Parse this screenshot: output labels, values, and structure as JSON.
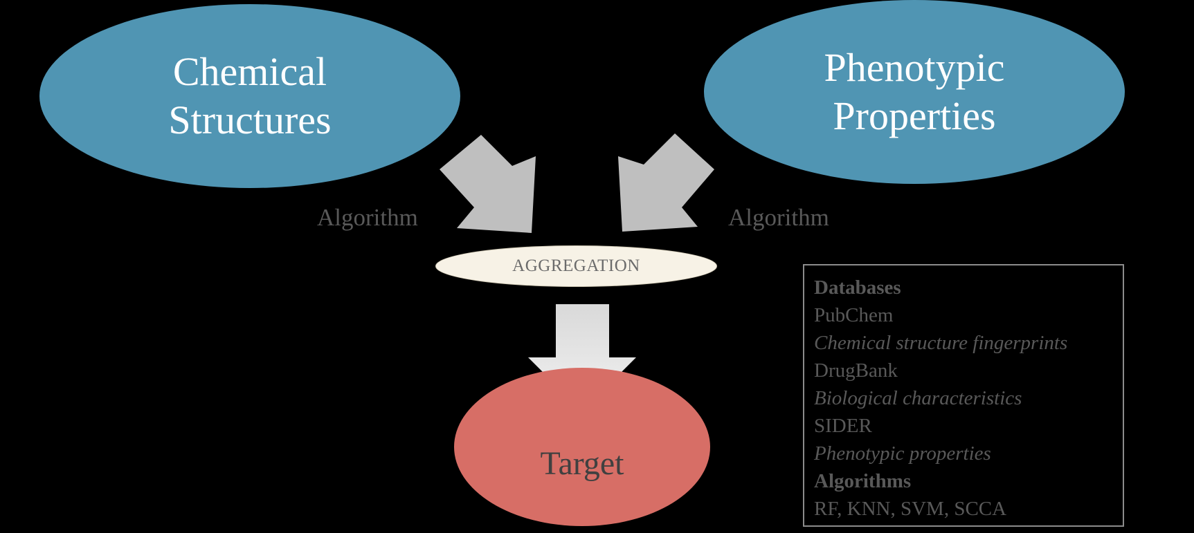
{
  "diagram": {
    "source_left": {
      "label": "Chemical\nStructures",
      "color": "#5095b3"
    },
    "source_right": {
      "label": "Phenotypic\nProperties",
      "color": "#5095b3"
    },
    "algorithm_left_label": "Algorithm",
    "algorithm_right_label": "Algorithm",
    "aggregation": {
      "label": "AGGREGATION",
      "color": "#f7f2e6"
    },
    "target": {
      "label": "Target",
      "color": "#d76e66"
    },
    "arrow_color": "#bfbfbf"
  },
  "info_box": {
    "databases_heading": "Databases",
    "items": [
      "PubChem",
      "Chemical structure fingerprints",
      "DrugBank",
      "Biological characteristics",
      "SIDER",
      "Phenotypic properties"
    ],
    "algorithms_heading": "Algorithms",
    "algorithms_list": "RF, KNN, SVM, SCCA"
  }
}
